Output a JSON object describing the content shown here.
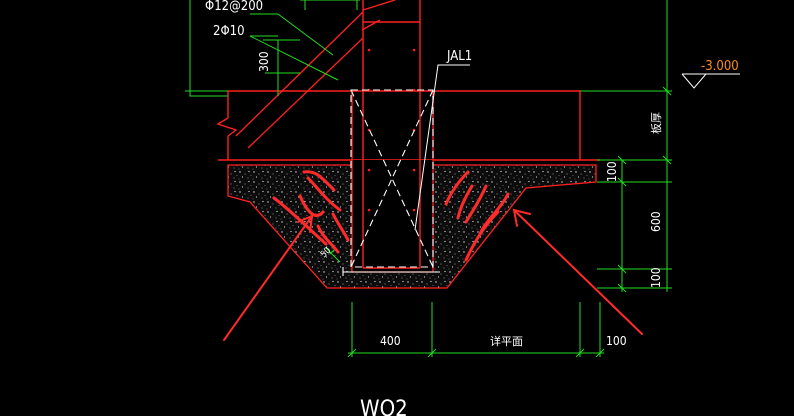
{
  "drawing": {
    "rebar_top": "Φ12@200",
    "rebar_2": "2Φ10",
    "dim_300": "300",
    "beam_tag": "JAL1",
    "elevation": "-3.000",
    "slab_label": "板厚",
    "dim_100_top": "100",
    "dim_600": "600",
    "dim_100_bottom": "100",
    "dim_400": "400",
    "detail_ref": "详平面",
    "dim_100_right": "100",
    "dim_50": "50",
    "drawing_id": "WQ2"
  },
  "colors": {
    "background": "#000000",
    "outline": "#ff2020",
    "dimension": "#22dd22",
    "rebar": "#ffffff",
    "elevation": "#ff8c1a",
    "markup": "#ff2a2a"
  }
}
